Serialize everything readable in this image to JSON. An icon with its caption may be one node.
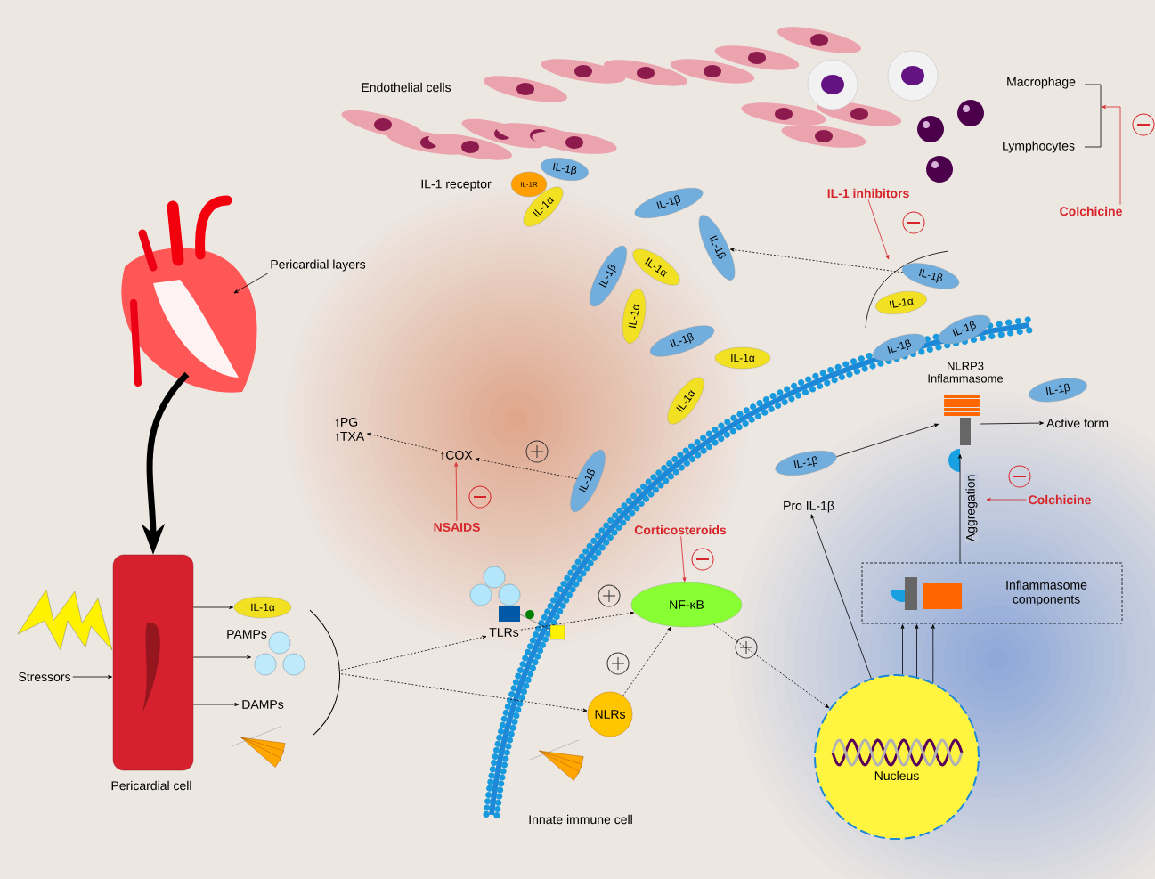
{
  "diagram": {
    "nodes": [
      {
        "text": [],
        "shape": "picture"
      },
      {
        "text": [
          "Pericardial layers"
        ]
      },
      {
        "text": [
          "Pericardial cell"
        ]
      },
      {
        "text": [
          "Stressors"
        ]
      },
      {
        "text": [
          "IL-1α"
        ]
      },
      {
        "text": [],
        "shape": "picture"
      },
      {
        "text": [
          "DAMPs"
        ]
      },
      {
        "text": [],
        "shape": "bracket"
      },
      {
        "text": [
          "TLRs"
        ]
      },
      {
        "text": [
          "NLRs"
        ]
      },
      {
        "text": [
          "NF-κB"
        ]
      },
      {
        "text": [
          "Corticosteroids"
        ]
      },
      {
        "text": [
          "Nucleus"
        ]
      },
      {
        "text": [
          "IL-1β"
        ],
        "beside": [
          "Pro IL-1β"
        ]
      },
      {
        "text": [
          "Inflammasome components"
        ]
      },
      {
        "text": [
          "NLRP3 Inflammasome"
        ]
      },
      {
        "text": [
          "Active form"
        ]
      },
      {
        "text": [
          "IL-1β"
        ]
      },
      {
        "text": [
          "Colchicine"
        ]
      },
      {
        "text": [
          "IL-1 inhibitors"
        ]
      },
      {
        "text": [
          "IL-1β"
        ]
      },
      {
        "text": [
          "IL-1α"
        ]
      },
      {
        "text": [
          "IL-1β"
        ]
      },
      {
        "text": [
          "IL-1β"
        ]
      },
      {
        "text": [
          "IL-1β"
        ]
      },
      {
        "text": [
          "IL-1β"
        ]
      },
      {
        "text": [
          "IL-1α"
        ]
      },
      {
        "text": [
          "IL-1β"
        ]
      },
      {
        "text": [
          "IL-1α"
        ]
      },
      {
        "text": [
          "IL-1β"
        ]
      },
      {
        "text": [
          "IL-1α"
        ]
      },
      {
        "text": [
          "IL-1α"
        ]
      },
      {
        "text": [
          "IL-1β"
        ]
      },
      {
        "text": [
          "↑COX"
        ]
      },
      {
        "text": [
          "↑PG",
          "↑TXA"
        ]
      },
      {
        "text": [
          "NSAIDS"
        ]
      },
      {
        "text": [
          "Colchicine"
        ]
      },
      {
        "text": [
          "IL-1R"
        ],
        "beside": [
          "IL-1 receptor"
        ]
      },
      {
        "text": [
          "IL-1β"
        ]
      },
      {
        "text": [
          "IL-1α"
        ]
      },
      {
        "text": [],
        "shape": "bracket"
      }
    ],
    "edges": [
      {
        "from": 1,
        "to": 0,
        "arrow": "to"
      },
      {
        "from": 0,
        "to": 2,
        "arrow": "to",
        "style": "thick"
      },
      {
        "from": 3,
        "to": 2,
        "arrow": "to"
      },
      {
        "from": 2,
        "to": 4,
        "arrow": "to"
      },
      {
        "from": 2,
        "to": 5,
        "arrow": "to"
      },
      {
        "from": 2,
        "to": 6,
        "arrow": "to"
      },
      {
        "from": 7,
        "to": 8,
        "arrow": "to",
        "style": "dashed"
      },
      {
        "from": 7,
        "to": 9,
        "arrow": "to",
        "style": "dashed"
      },
      {
        "from": 8,
        "to": 10,
        "arrow": "to",
        "style": "dashed"
      },
      {
        "from": 9,
        "to": 10,
        "arrow": "to",
        "style": "dashed"
      },
      {
        "from": 11,
        "to": 10,
        "arrow": "to",
        "color": "#d7262b"
      },
      {
        "from": 10,
        "to": 12,
        "arrow": "to",
        "style": "dashed"
      },
      {
        "from": 12,
        "to": 13,
        "arrow": "to"
      },
      {
        "from": 12,
        "to": 14,
        "arrow": "to"
      },
      {
        "from": 12,
        "to": 14,
        "arrow": "to"
      },
      {
        "from": 12,
        "to": 14,
        "arrow": "to"
      },
      {
        "from": 14,
        "to": 15,
        "arrow": "to",
        "label": "Aggregation"
      },
      {
        "from": 13,
        "to": 15,
        "arrow": "to"
      },
      {
        "from": 15,
        "to": 16,
        "arrow": "to"
      },
      {
        "from": 18,
        "to": null,
        "arrow": "to",
        "color": "#d7262b"
      },
      {
        "from": 20,
        "to": 27,
        "arrow": "to",
        "style": "dashed"
      },
      {
        "from": 19,
        "to": null,
        "arrow": "to",
        "color": "#d7262b"
      },
      {
        "from": 32,
        "to": 33,
        "arrow": "to",
        "style": "dashed"
      },
      {
        "from": 33,
        "to": 34,
        "arrow": "to",
        "style": "dashed"
      },
      {
        "from": 35,
        "to": 33,
        "arrow": "to",
        "color": "#d7262b"
      },
      {
        "from": 36,
        "to": 40,
        "arrow": "to",
        "color": "#d7262b"
      }
    ],
    "labels": [
      "Endothelial cells",
      "Macrophage",
      "Lymphocytes",
      "PAMPs",
      "Innate immune cell"
    ]
  }
}
